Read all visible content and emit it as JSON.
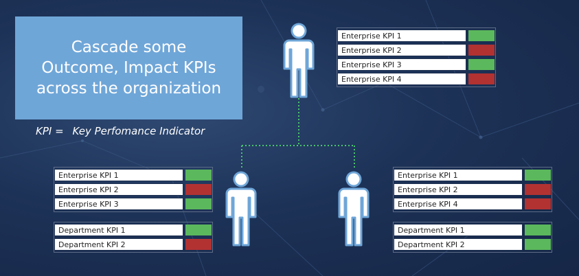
{
  "callout": {
    "lines": [
      "Cascade some",
      "Outcome, Impact KPIs",
      "across the organization"
    ]
  },
  "legend": {
    "abbr": "KPI =",
    "definition": "Key Perfomance Indicator"
  },
  "colors": {
    "good": "#5cb85c",
    "bad": "#b23232",
    "callout_bg": "#6fa6d8",
    "connector": "#49c66a"
  },
  "groups": {
    "top": [
      {
        "label": "Enterprise KPI 1",
        "status": "good"
      },
      {
        "label": "Enterprise KPI 2",
        "status": "bad"
      },
      {
        "label": "Enterprise KPI 3",
        "status": "good"
      },
      {
        "label": "Enterprise KPI 4",
        "status": "bad"
      }
    ],
    "left_enterprise": [
      {
        "label": "Enterprise KPI 1",
        "status": "good"
      },
      {
        "label": "Enterprise KPI 2",
        "status": "bad"
      },
      {
        "label": "Enterprise KPI 3",
        "status": "good"
      }
    ],
    "left_department": [
      {
        "label": "Department KPI 1",
        "status": "good"
      },
      {
        "label": "Department KPI 2",
        "status": "bad"
      }
    ],
    "right_enterprise": [
      {
        "label": "Enterprise KPI 1",
        "status": "good"
      },
      {
        "label": "Enterprise KPI 2",
        "status": "bad"
      },
      {
        "label": "Enterprise KPI 4",
        "status": "bad"
      }
    ],
    "right_department": [
      {
        "label": "Department KPI 1",
        "status": "good"
      },
      {
        "label": "Department KPI 2",
        "status": "good"
      }
    ]
  },
  "icons": {
    "people": [
      "person-icon",
      "person-icon",
      "person-icon"
    ]
  }
}
